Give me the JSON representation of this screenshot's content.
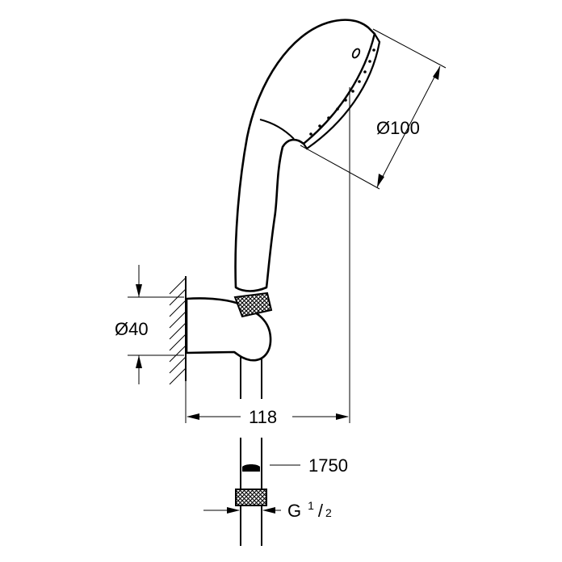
{
  "dimensions": {
    "head_diameter": "Ø100",
    "holder_diameter": "Ø40",
    "projection": "118",
    "hose_length": "1750",
    "thread": {
      "letter": "G",
      "num": "1",
      "den": "2"
    }
  }
}
